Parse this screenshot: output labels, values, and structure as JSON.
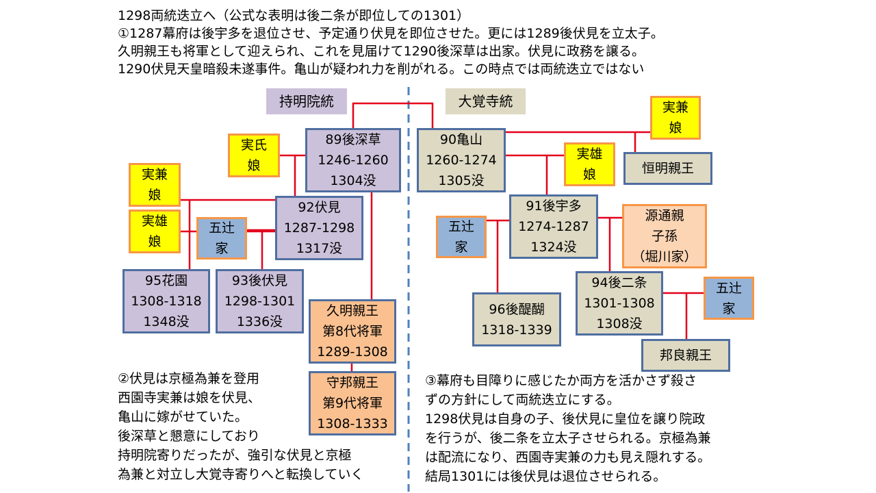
{
  "header": {
    "line1": "1298両統迭立へ（公式な表明は後二条が即位しての1301）",
    "line2": "①1287幕府は後宇多を退位させ、予定通り伏見を即位させた。更には1289後伏見を立太子。",
    "line3": "久明親王も将軍として迎えられ、これを見届けて1290後深草は出家。伏見に政務を譲る。",
    "line4": "1290伏見天皇暗殺未遂事件。亀山が疑われ力を削がれる。この時点では両統迭立ではない"
  },
  "labels": {
    "jimyoin": "持明院統",
    "daikakuji": "大覚寺統"
  },
  "nodes": {
    "gofukakusa": [
      "89後深草",
      "1246-1260",
      "1304没"
    ],
    "kameyama": [
      "90亀山",
      "1260-1274",
      "1305没"
    ],
    "fushimi": [
      "92伏見",
      "1287-1298",
      "1317没"
    ],
    "gouda": [
      "91後宇多",
      "1274-1287",
      "1324没"
    ],
    "hanazono": [
      "95花園",
      "1308-1318",
      "1348没"
    ],
    "gofushimi": [
      "93後伏見",
      "1298-1301",
      "1336没"
    ],
    "hisaakira": [
      "久明親王",
      "第8代将軍",
      "1289-1308"
    ],
    "morikuni": [
      "守邦親王",
      "第9代将軍",
      "1308-1333"
    ],
    "godaigo": [
      "96後醍醐",
      "1318-1339"
    ],
    "gonijo": [
      "94後二条",
      "1301-1308",
      "1308没"
    ],
    "tsuneaki": [
      "恒明親王"
    ],
    "kuninaga": [
      "邦良親王"
    ],
    "sanekane_musume_l": [
      "実兼",
      "娘"
    ],
    "saneo_musume_l": [
      "実雄",
      "娘"
    ],
    "saneuji_musume": [
      "実氏",
      "娘"
    ],
    "gotsuji_l": [
      "五辻",
      "家"
    ],
    "sanekane_musume_r": [
      "実兼",
      "娘"
    ],
    "saneo_musume_r": [
      "実雄",
      "娘"
    ],
    "gotsuji_m": [
      "五辻",
      "家"
    ],
    "gotsuji_r": [
      "五辻",
      "家"
    ],
    "minamoto": [
      "源通親",
      "子孫",
      "（堀川家）"
    ]
  },
  "note2": [
    "②伏見は京極為兼を登用",
    "西園寺実兼は娘を伏見、",
    "亀山に嫁がせていた。",
    "後深草と懇意にしており",
    "持明院寄りだったが、強引な伏見と京極",
    "為兼と対立し大覚寺寄りへと転換していく"
  ],
  "note3": [
    "③幕府も目障りに感じたか両方を活かさず殺さ",
    "ずの方針にして両統迭立にする。",
    "1298伏見は自身の子、後伏見に皇位を譲り院政",
    "を行うが、後二条を立太子させられる。京極為兼",
    "は配流になり、西園寺実兼の力も見え隠れする。",
    "結局1301には後伏見は退位させられる。"
  ],
  "colors": {
    "purple_fill": "#ccc1da",
    "tan_fill": "#ddd9c3",
    "yellow_fill": "#ffff00",
    "blue_fill": "#95b3d7",
    "orange_fill": "#fac090",
    "line_red": "#e3001b",
    "divider": "#4f81bd"
  }
}
